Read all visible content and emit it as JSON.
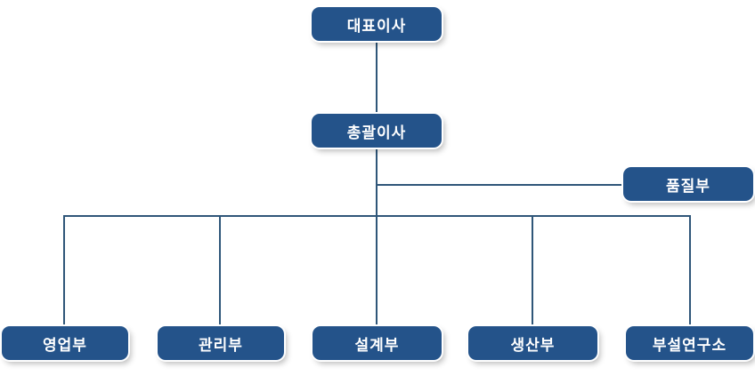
{
  "nodes": {
    "ceo": {
      "label": "대표이사"
    },
    "executive_director": {
      "label": "총괄이사"
    },
    "quality_dept": {
      "label": "품질부"
    },
    "sales_dept": {
      "label": "영업부"
    },
    "admin_dept": {
      "label": "관리부"
    },
    "design_dept": {
      "label": "설계부"
    },
    "production_dept": {
      "label": "생산부"
    },
    "research_institute": {
      "label": "부설연구소"
    }
  },
  "colors": {
    "node_fill": "#24538a",
    "line": "#2f5679",
    "text": "#ffffff",
    "background": "#ffffff"
  }
}
